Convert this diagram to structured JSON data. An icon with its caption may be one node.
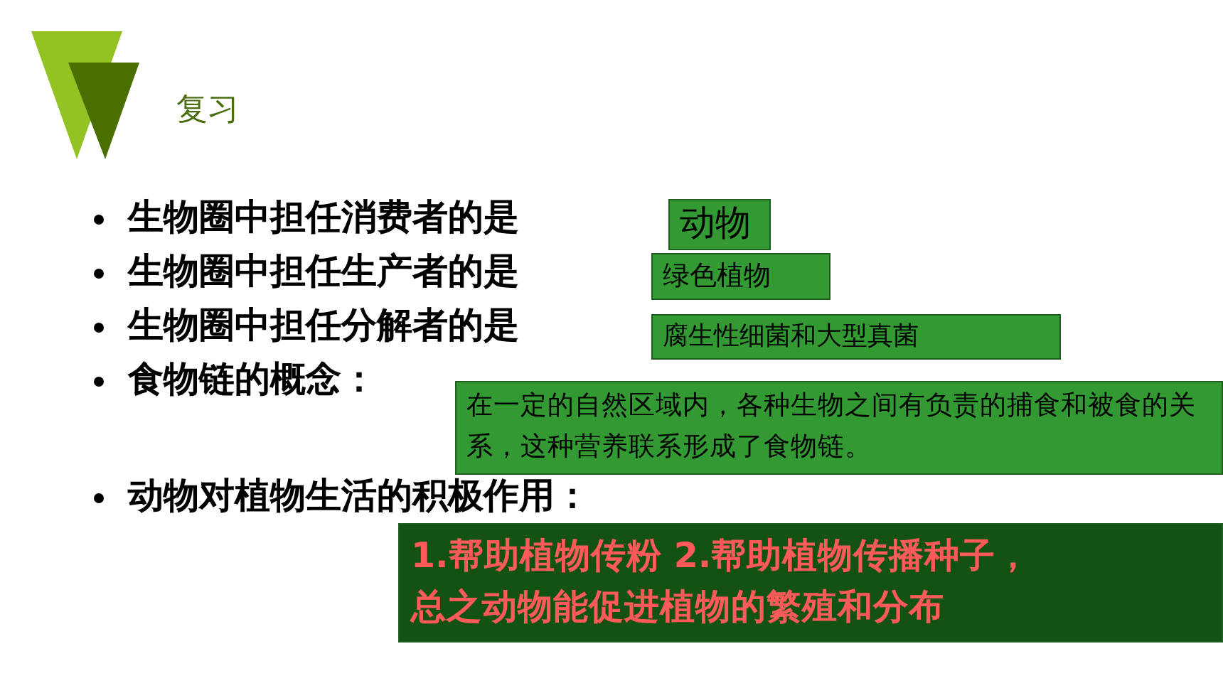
{
  "diagram": {
    "title": "复习",
    "nodes": [
      {
        "text": [
          "动物"
        ]
      },
      {
        "text": [
          "绿色植物"
        ]
      },
      {
        "text": [
          "腐生性细菌和大型真菌"
        ]
      },
      {
        "text": [
          "在一定的自然区域内，各种生物之间有负责的捕食和被食的关系，这种营养联系形成了食物链。"
        ]
      },
      {
        "text": [
          "1.帮助植物传粉 2.帮助植物传播种子，总之动物能促进植物的繁殖和分布"
        ]
      }
    ],
    "labels": [
      "生物圈中担任消费者的是",
      "生物圈中担任生产者的是",
      "生物圈中担任分解者的是",
      "食物链的概念：",
      "动物对植物生活的积极作用："
    ]
  }
}
